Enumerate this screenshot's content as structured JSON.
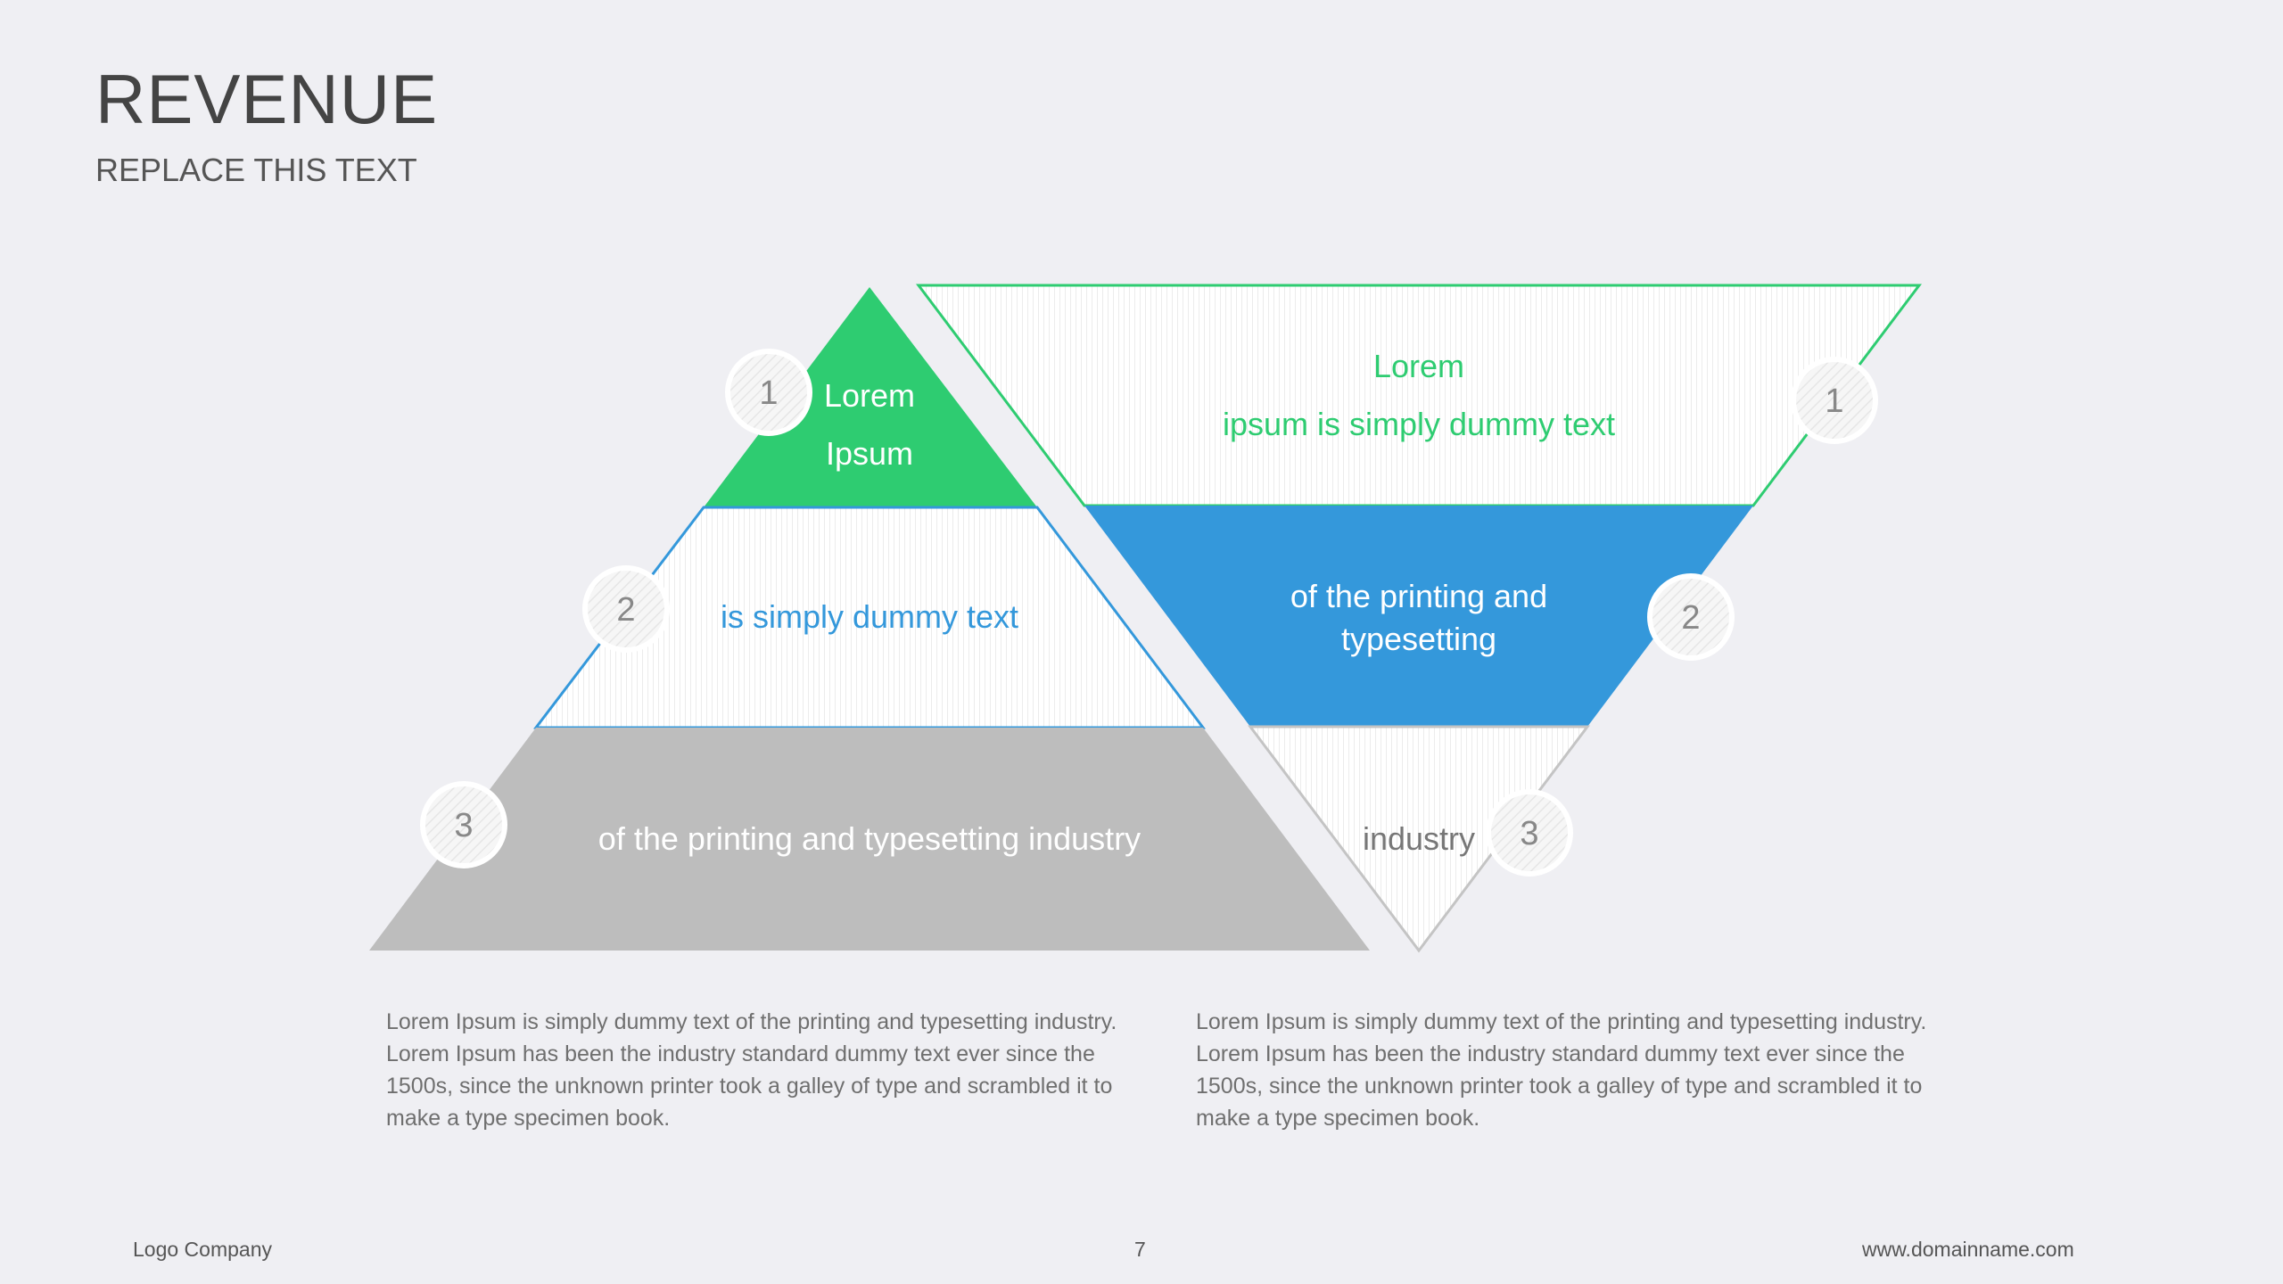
{
  "header": {
    "title": "REVENUE",
    "subtitle": "REPLACE THIS TEXT"
  },
  "colors": {
    "green": "#2ecc71",
    "blue": "#3498db",
    "gray": "#bdbdbd",
    "background": "#efeff3"
  },
  "pyramid": {
    "levels": [
      {
        "number": "1",
        "line1": "Lorem",
        "line2": "Ipsum"
      },
      {
        "number": "2",
        "line1": "is simply dummy text"
      },
      {
        "number": "3",
        "line1": "of the printing and typesetting industry"
      }
    ]
  },
  "funnel": {
    "levels": [
      {
        "number": "1",
        "line1": "Lorem",
        "line2": "ipsum is simply dummy text"
      },
      {
        "number": "2",
        "line1": "of the printing and",
        "line2": "typesetting"
      },
      {
        "number": "3",
        "line1": "industry"
      }
    ]
  },
  "descriptions": {
    "left": "Lorem Ipsum is simply dummy text of the printing and typesetting industry. Lorem Ipsum has been the industry standard dummy text ever since the 1500s, since the unknown printer took a galley of type and scrambled it to make a type specimen book.",
    "right": "Lorem Ipsum is simply dummy text of the printing and typesetting industry. Lorem Ipsum has been the industry standard dummy text ever since the 1500s, since the unknown printer took a galley of type and scrambled it to make a type specimen book."
  },
  "footer": {
    "company": "Logo Company",
    "page_number": "7",
    "website": "www.domainname.com"
  }
}
